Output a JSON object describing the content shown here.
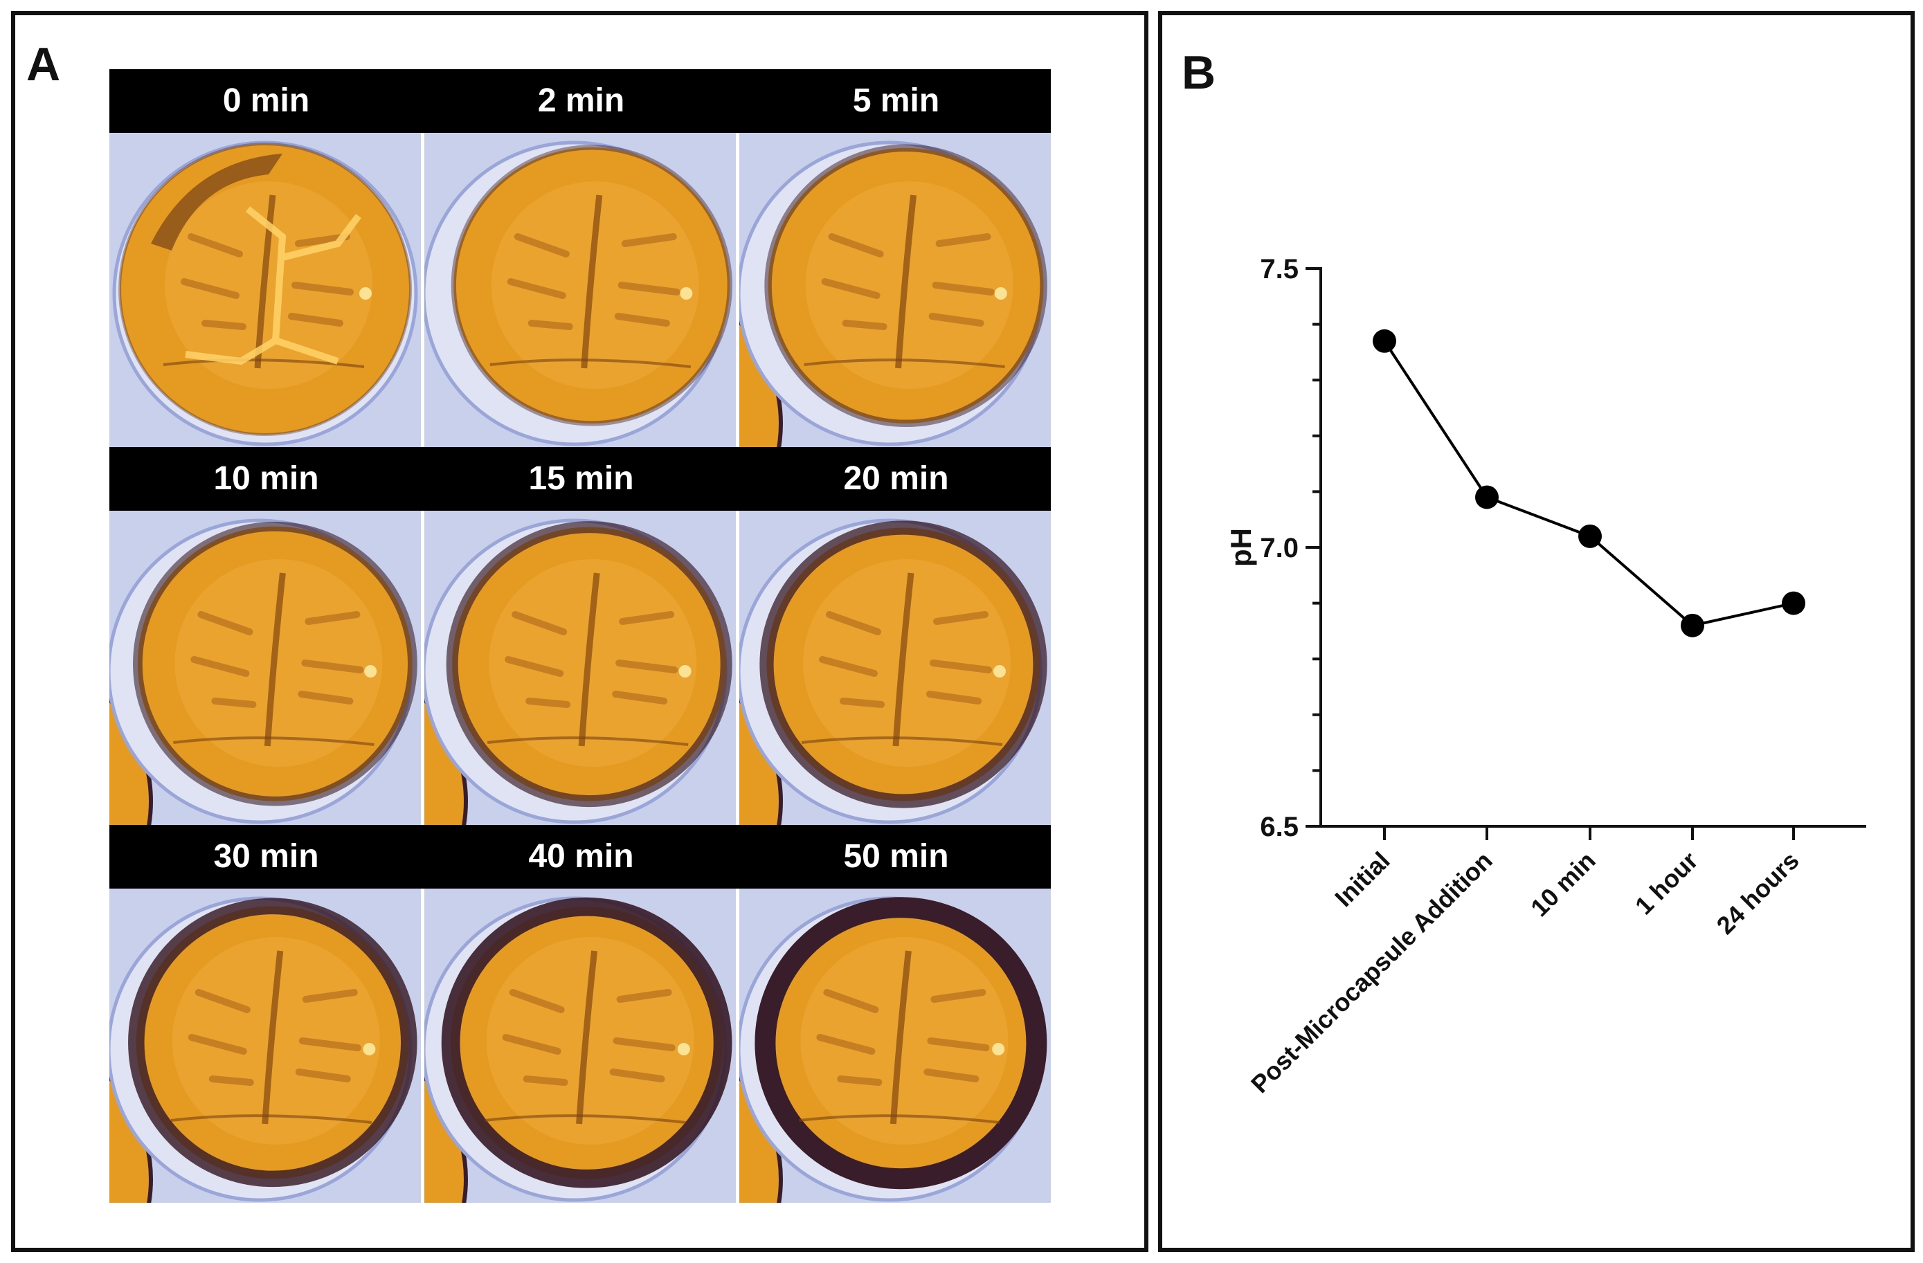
{
  "panels": {
    "a_label": "A",
    "b_label": "B"
  },
  "micrographs": {
    "rows": [
      [
        "0 min",
        "2 min",
        "5 min"
      ],
      [
        "10 min",
        "15 min",
        "20 min"
      ],
      [
        "30 min",
        "40 min",
        "50 min"
      ]
    ],
    "colors": {
      "background": "#c9d0ec",
      "capsule_fill": "#e59a22",
      "rim_dark": "#3a1d2a",
      "halo": "#9aa6d8"
    }
  },
  "chart_data": {
    "type": "line",
    "categories": [
      "Initial",
      "Post-Microcapsule Addition",
      "10 min",
      "1 hour",
      "24 hours"
    ],
    "values": [
      7.37,
      7.09,
      7.02,
      6.86,
      6.9
    ],
    "ylabel": "pH",
    "ylim": [
      6.5,
      7.5
    ],
    "yticks": [
      "6.5",
      "7.0",
      "7.5"
    ],
    "color": "#000000",
    "grid": false
  }
}
